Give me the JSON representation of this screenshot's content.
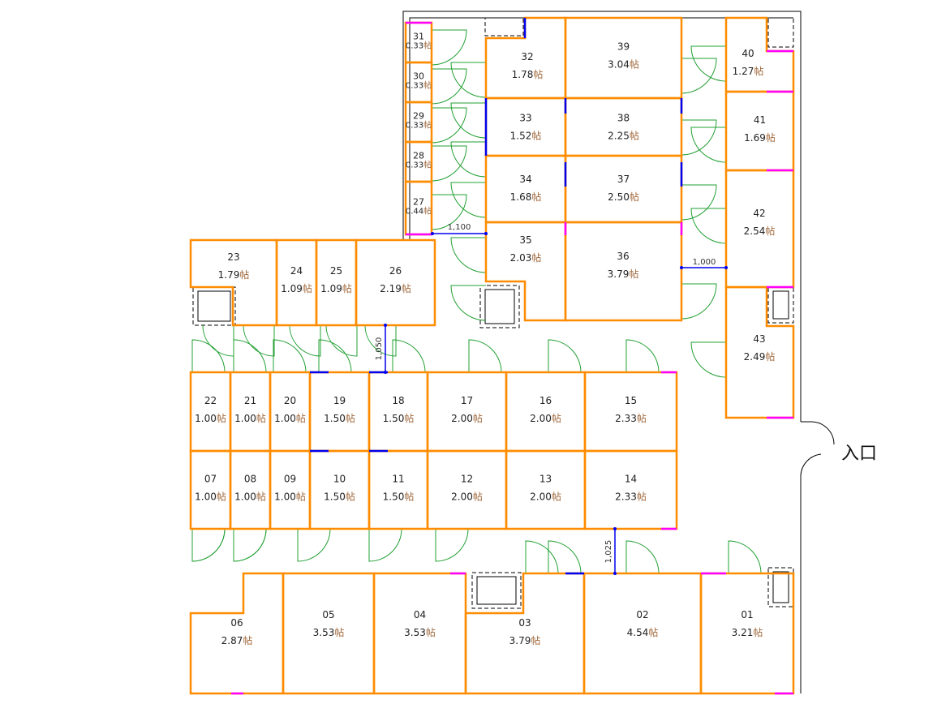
{
  "plan": {
    "entrance_label": "入口",
    "unit": "帖",
    "colors": {
      "wall": "#ff8c00",
      "door": "#22a033",
      "blue": "#0000ee",
      "magenta": "#ff00ff",
      "outline": "#000000"
    },
    "rooms": [
      {
        "id": "01",
        "area": "3.21"
      },
      {
        "id": "02",
        "area": "4.54"
      },
      {
        "id": "03",
        "area": "3.79"
      },
      {
        "id": "04",
        "area": "3.53"
      },
      {
        "id": "05",
        "area": "3.53"
      },
      {
        "id": "06",
        "area": "2.87"
      },
      {
        "id": "07",
        "area": "1.00"
      },
      {
        "id": "08",
        "area": "1.00"
      },
      {
        "id": "09",
        "area": "1.00"
      },
      {
        "id": "10",
        "area": "1.50"
      },
      {
        "id": "11",
        "area": "1.50"
      },
      {
        "id": "12",
        "area": "2.00"
      },
      {
        "id": "13",
        "area": "2.00"
      },
      {
        "id": "14",
        "area": "2.33"
      },
      {
        "id": "15",
        "area": "2.33"
      },
      {
        "id": "16",
        "area": "2.00"
      },
      {
        "id": "17",
        "area": "2.00"
      },
      {
        "id": "18",
        "area": "1.50"
      },
      {
        "id": "19",
        "area": "1.50"
      },
      {
        "id": "20",
        "area": "1.00"
      },
      {
        "id": "21",
        "area": "1.00"
      },
      {
        "id": "22",
        "area": "1.00"
      },
      {
        "id": "23",
        "area": "1.79"
      },
      {
        "id": "24",
        "area": "1.09"
      },
      {
        "id": "25",
        "area": "1.09"
      },
      {
        "id": "26",
        "area": "2.19"
      },
      {
        "id": "27",
        "area": "0.44"
      },
      {
        "id": "28",
        "area": "0.33"
      },
      {
        "id": "29",
        "area": "0.33"
      },
      {
        "id": "30",
        "area": "0.33"
      },
      {
        "id": "31",
        "area": "0.33"
      },
      {
        "id": "32",
        "area": "1.78"
      },
      {
        "id": "33",
        "area": "1.52"
      },
      {
        "id": "34",
        "area": "1.68"
      },
      {
        "id": "35",
        "area": "2.03"
      },
      {
        "id": "36",
        "area": "3.79"
      },
      {
        "id": "37",
        "area": "2.50"
      },
      {
        "id": "38",
        "area": "2.25"
      },
      {
        "id": "39",
        "area": "3.04"
      },
      {
        "id": "40",
        "area": "1.27"
      },
      {
        "id": "41",
        "area": "1.69"
      },
      {
        "id": "42",
        "area": "2.54"
      },
      {
        "id": "43",
        "area": "2.49"
      }
    ],
    "dimensions": [
      {
        "id": "dim-1100",
        "label": "1,100"
      },
      {
        "id": "dim-1000",
        "label": "1,000"
      },
      {
        "id": "dim-1050",
        "label": "1,050"
      },
      {
        "id": "dim-1025",
        "label": "1,025"
      }
    ]
  }
}
